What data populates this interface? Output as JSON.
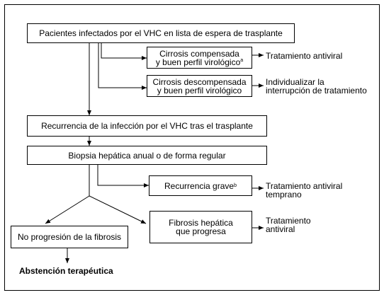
{
  "diagram": {
    "nodes": {
      "waitlist": "Pacientes infectados por el VHC en lista de espera de trasplante",
      "compensated_line1": "Cirrosis compensada",
      "compensated_line2": "y buen perfil virológico",
      "compensated_sup": "a",
      "decompensated_line1": "Cirrosis descompensada",
      "decompensated_line2": "y buen perfil virológico",
      "recurrence_post": "Recurrencia de la infección por el VHC tras el trasplante",
      "biopsy": "Biopsia hepática anual o de forma regular",
      "severe_recurrence": "Recurrencia grave",
      "severe_sup": "b",
      "no_progression": "No progresión de la fibrosis",
      "fibrosis_line1": "Fibrosis hepática",
      "fibrosis_line2": "que progresa"
    },
    "outcomes": {
      "antiviral": "Tratamiento antiviral",
      "individualize_line1": "Individualizar la",
      "individualize_line2": "interrupción de tratamiento",
      "early_line1": "Tratamiento antiviral",
      "early_line2": "temprano",
      "fibrosis_treat_line1": "Tratamiento",
      "fibrosis_treat_line2": "antiviral",
      "abstention": "Abstención terapéutica"
    }
  }
}
